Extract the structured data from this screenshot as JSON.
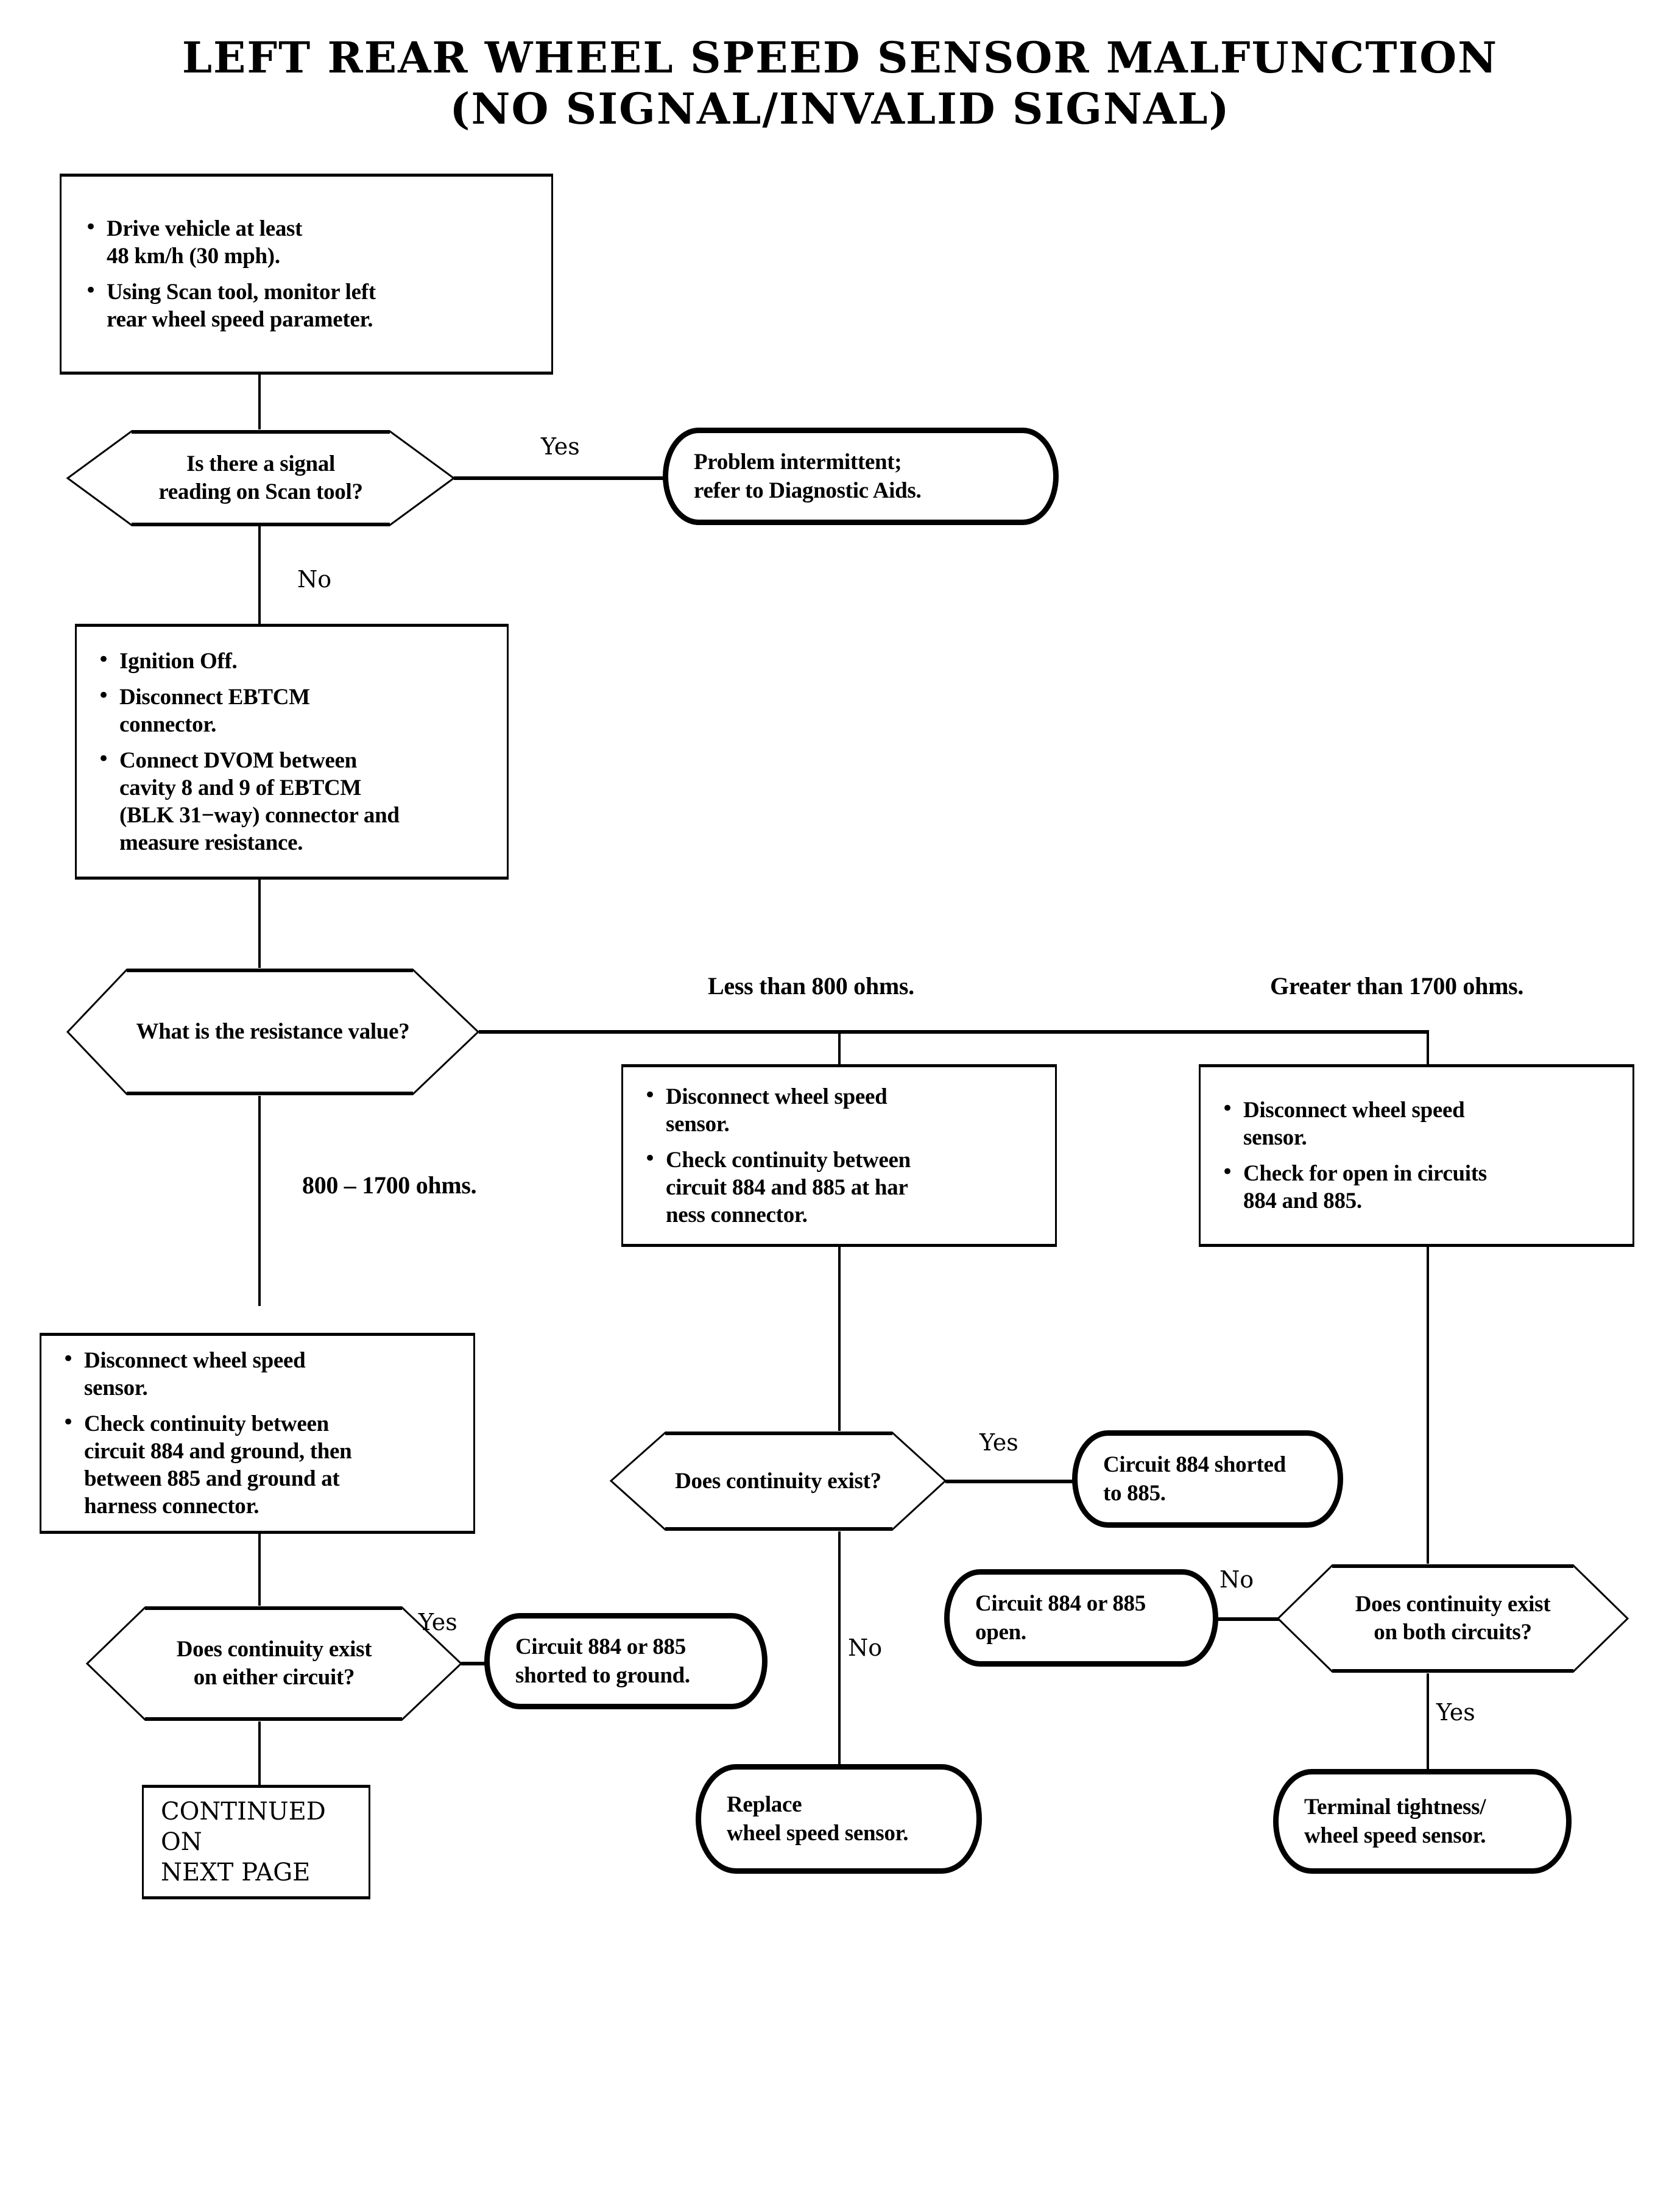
{
  "title": {
    "line1": "LEFT REAR WHEEL SPEED SENSOR MALFUNCTION",
    "line2": "(NO SIGNAL/INVALID SIGNAL)"
  },
  "nodes": {
    "step1": {
      "type": "process",
      "bullets": [
        "Drive vehicle at least\n48 km/h (30 mph).",
        "Using Scan tool, monitor left\nrear wheel speed parameter."
      ]
    },
    "decision_signal": {
      "type": "decision",
      "label": "Is there a signal\nreading on Scan tool?"
    },
    "term_intermittent": {
      "type": "terminator",
      "label": "Problem intermittent;\nrefer to Diagnostic Aids."
    },
    "step2": {
      "type": "process",
      "bullets": [
        "Ignition Off.",
        "Disconnect EBTCM\nconnector.",
        "Connect DVOM between\ncavity 8 and 9 of EBTCM\n(BLK 31−way) connector and\nmeasure resistance."
      ]
    },
    "decision_resistance": {
      "type": "decision",
      "label": "What is the resistance value?"
    },
    "step_mid": {
      "type": "process",
      "bullets": [
        "Disconnect wheel speed\nsensor.",
        "Check continuity between\ncircuit 884 and 885 at har\nness connector."
      ]
    },
    "step_right": {
      "type": "process",
      "bullets": [
        "Disconnect wheel speed\nsensor.",
        "Check for open in circuits\n884 and 885."
      ]
    },
    "step_left": {
      "type": "process",
      "bullets": [
        "Disconnect wheel speed\nsensor.",
        "Check continuity between\ncircuit 884 and ground, then\nbetween 885 and ground at\nharness connector."
      ]
    },
    "decision_continuity_mid": {
      "type": "decision",
      "label": "Does continuity exist?"
    },
    "term_884_shorted_885": {
      "type": "terminator",
      "label": "Circuit 884 shorted\nto 885."
    },
    "decision_continuity_left": {
      "type": "decision",
      "label": "Does continuity exist\non either circuit?"
    },
    "term_shorted_ground": {
      "type": "terminator",
      "label": "Circuit 884 or 885\nshorted to ground."
    },
    "term_open": {
      "type": "terminator",
      "label": "Circuit 884 or 885\nopen."
    },
    "decision_continuity_both": {
      "type": "decision",
      "label": "Does continuity exist\non both circuits?"
    },
    "term_continued": {
      "type": "process",
      "label": "CONTINUED ON\nNEXT PAGE"
    },
    "term_replace": {
      "type": "terminator",
      "label": "Replace\nwheel speed sensor."
    },
    "term_terminal": {
      "type": "terminator",
      "label": "Terminal tightness/\nwheel speed sensor."
    }
  },
  "edges": {
    "signal_yes": "Yes",
    "signal_no": "No",
    "res_less": "Less than 800 ohms.",
    "res_greater": "Greater than 1700 ohms.",
    "res_mid": "800 – 1700 ohms.",
    "cont_mid_yes": "Yes",
    "cont_mid_no": "No",
    "cont_left_yes": "Yes",
    "cont_both_no": "No",
    "cont_both_yes": "Yes"
  },
  "colors": {
    "ink": "#000000",
    "paper": "#ffffff"
  }
}
